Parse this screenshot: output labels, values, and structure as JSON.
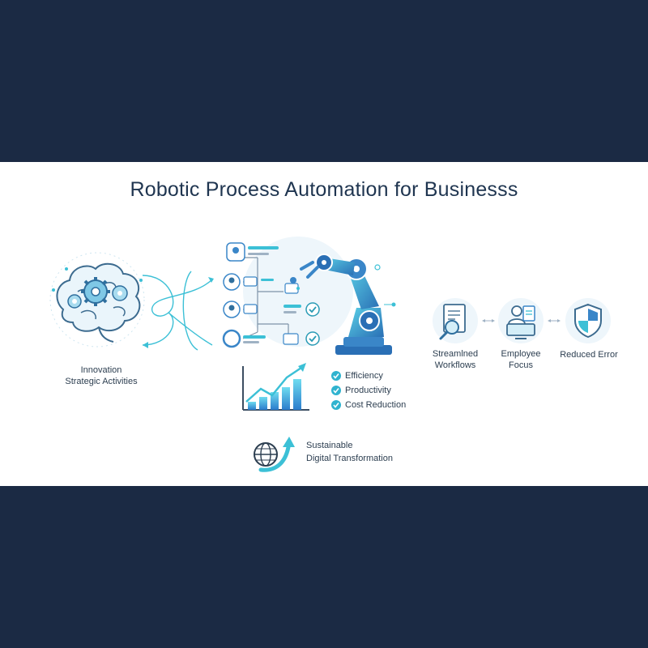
{
  "title": "Robotic Process Automation for Businesss",
  "left_panel": {
    "line1": "Innovation",
    "line2": "Strategic Activities",
    "icon": "brain-gears-icon"
  },
  "center_panel": {
    "icons": [
      "flowchart-icon",
      "robot-arm-icon",
      "bar-chart-icon"
    ],
    "benefits": [
      "Efficiency",
      "Productivity",
      "Cost Reduction"
    ]
  },
  "right_panel": {
    "items": [
      {
        "line1": "Streamlned",
        "line2": "Workflows",
        "icon": "document-search-icon"
      },
      {
        "line1": "Employee",
        "line2": "Focus",
        "icon": "employee-computer-icon"
      },
      {
        "line1": "Reduced Error",
        "line2": "",
        "icon": "shield-icon"
      }
    ]
  },
  "bottom": {
    "line1": "Sustainable",
    "line2": "Digital Transformation",
    "icon": "globe-arrow-icon"
  },
  "colors": {
    "background": "#1b2a44",
    "panel": "#ffffff",
    "title": "#1f3550",
    "accent_teal": "#3cc0d6",
    "accent_blue": "#3a86c8",
    "line_gray": "#7e93a8"
  }
}
